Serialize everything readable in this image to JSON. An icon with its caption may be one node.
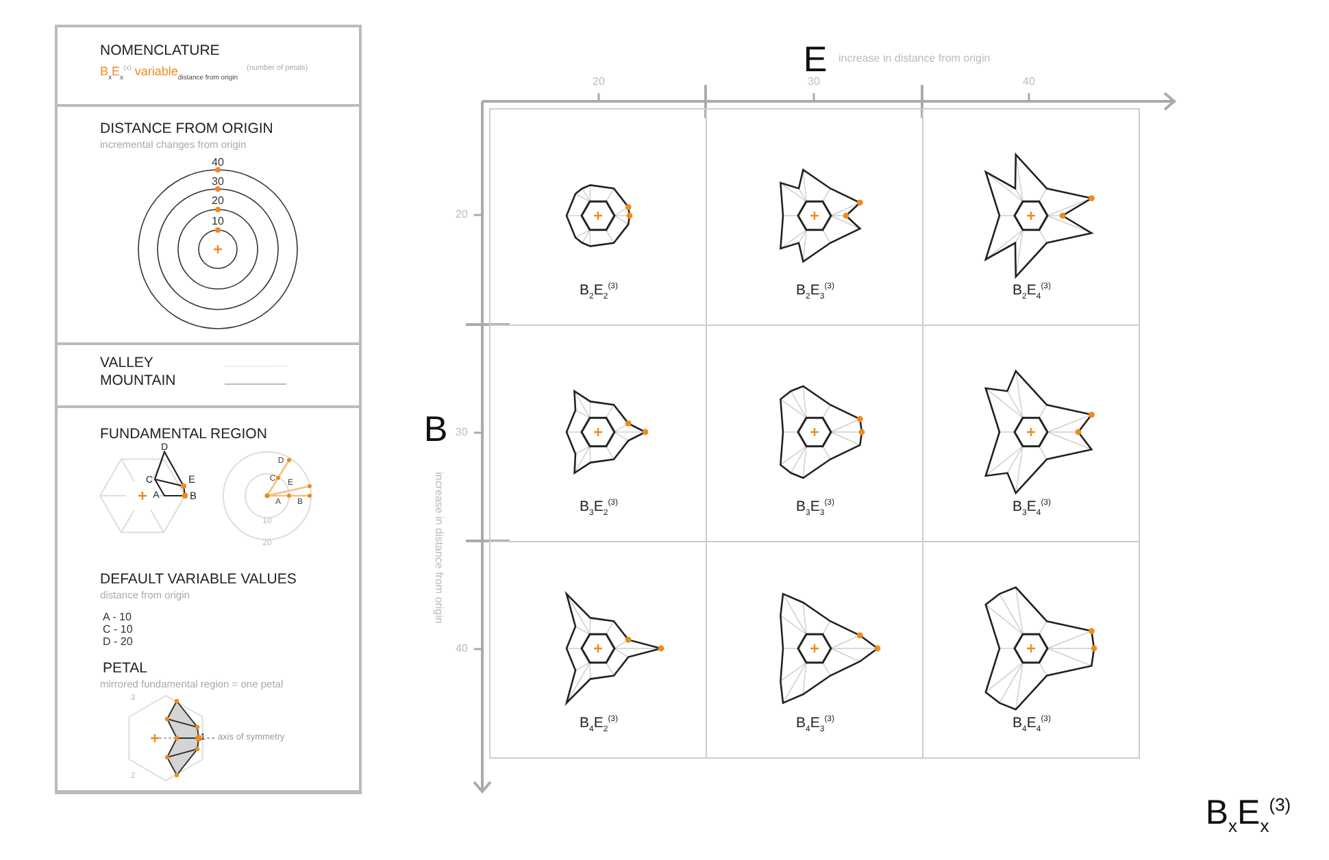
{
  "diagram": {
    "nodes": [
      {
        "text": [
          "NOMENCLATURE",
          "B$_{x}$E$_{x}$$^{(x)}$ variable$_{distance from origin}$",
          "(number of petals)"
        ]
      },
      {
        "text": [
          "DISTANCE FROM ORIGIN",
          "incremental changes from origin"
        ]
      },
      {
        "text": [],
        "shape": "box"
      },
      {
        "text": [
          "FUNDAMENTAL REGION",
          "DEFAULT VARIABLE VALUES",
          "distance from origin",
          "A - 10",
          "C - 10",
          "D - 20",
          "PETAL",
          "mirrored fundamental region = one petal"
        ]
      },
      {
        "text": [
          "B$_{2}$E$_{2}$$^{(3)}$"
        ]
      },
      {
        "text": [
          "B$_{2}$E$_{3}$$^{(3)}$"
        ]
      },
      {
        "text": [
          "B$_{2}$E$_{4}$$^{(3)}$"
        ]
      },
      {
        "text": [
          "B$_{3}$E$_{2}$$^{(3)}$"
        ]
      },
      {
        "text": [
          "B$_{3}$E$_{3}$$^{(3)}$"
        ]
      },
      {
        "text": [
          "B$_{3}$E$_{4}$$^{(3)}$"
        ]
      },
      {
        "text": [
          "B$_{4}$E$_{2}$$^{(3)}$"
        ]
      },
      {
        "text": [
          "B$_{4}$E$_{3}$$^{(3)}$"
        ]
      },
      {
        "text": [
          "B$_{4}$E$_{4}$$^{(3)}$"
        ]
      }
    ],
    "labels": [
      "40",
      "30",
      "20",
      "10",
      "D",
      "C",
      "E",
      "A",
      "B",
      "D",
      "C",
      "E",
      "A",
      "B",
      "10",
      "20",
      "3",
      "1",
      "axis of symmetry",
      "2",
      "E",
      "increase in distance from origin",
      "20",
      "30",
      "40",
      "20",
      "B",
      "30",
      "increase in distance from origin",
      "40",
      "B$_{x}$E$_{x}$$^{(3)}$"
    ],
    "legend": [
      {
        "text": "VALLEY"
      },
      {
        "text": "MOUNTAIN"
      }
    ]
  }
}
